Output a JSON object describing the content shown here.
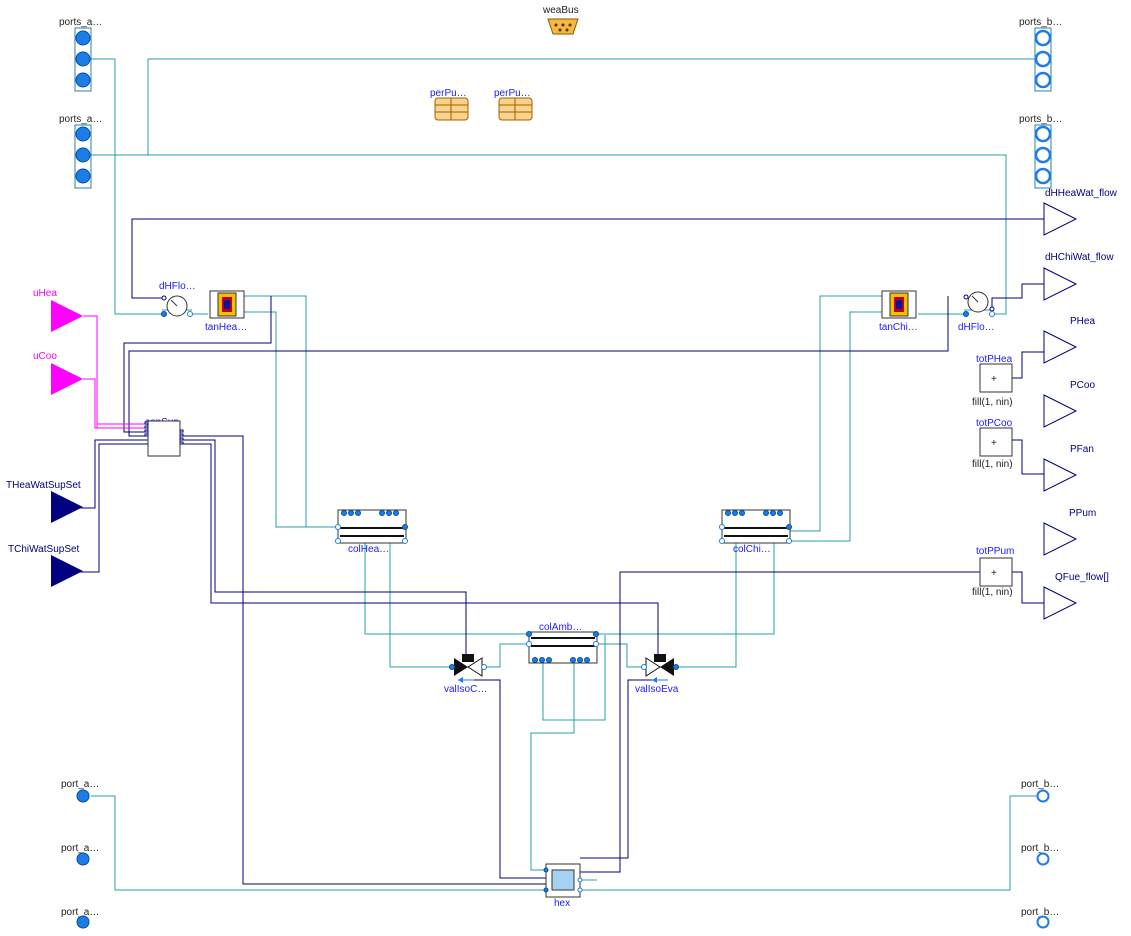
{
  "diagram": {
    "bus": {
      "label": "weaBus"
    },
    "records": [
      {
        "label": "perPu…"
      },
      {
        "label": "perPu…"
      }
    ],
    "port_arrays": {
      "top_left_1": "ports_a…",
      "top_left_2": "ports_a…",
      "top_right_1": "ports_b…",
      "top_right_2": "ports_b…"
    },
    "ports": {
      "left_1": "port_a…",
      "left_2": "port_a…",
      "left_3": "port_a…",
      "right_1": "port_b…",
      "right_2": "port_b…",
      "right_3": "port_b…"
    },
    "inputs": {
      "uHea": "uHea",
      "uCoo": "uCoo",
      "THeaWatSupSet": "THeaWatSupSet",
      "TChiWatSupSet": "TChiWatSupSet"
    },
    "outputs": {
      "dHHeaWat_flow": "dHHeaWat_flow",
      "dHChiWat_flow": "dHChiWat_flow",
      "PHea": "PHea",
      "PCoo": "PCoo",
      "PFan": "PFan",
      "PPum": "PPum",
      "QFue_flow": "QFue_flow[]"
    },
    "components": {
      "dHFlowHea": "dHFlo…",
      "dHFlowChi": "dHFlo…",
      "tanHea": "tanHea…",
      "tanChi": "tanChi…",
      "conSup": "conSup",
      "colHea": "colHea…",
      "colChi": "colChi…",
      "colAmb": "colAmb…",
      "valIsoCon": "valIsoC…",
      "valIsoEva": "valIsoEva",
      "hex": "hex",
      "totPHea": "totPHea",
      "totPCoo": "totPCoo",
      "totPPum": "totPPum",
      "sum_sign": "+",
      "sum_param": "fill(1, nin)"
    }
  }
}
